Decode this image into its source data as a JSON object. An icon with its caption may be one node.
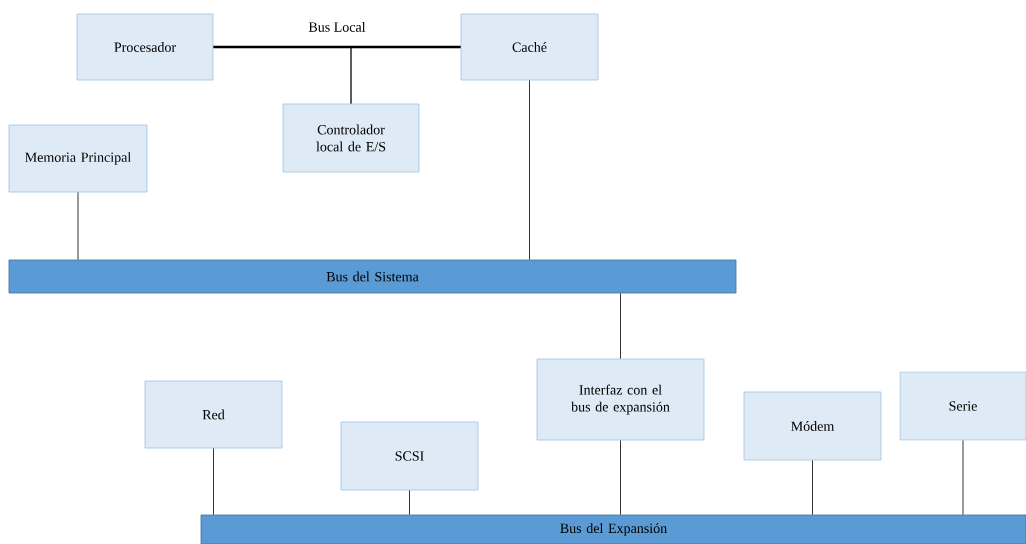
{
  "diagram": {
    "nodes": [
      {
        "text": [
          "Procesador"
        ]
      },
      {
        "text": [
          "Caché"
        ]
      },
      {
        "text": [
          "Controlador local de E/S"
        ]
      },
      {
        "text": [
          "Memoria Principal"
        ]
      },
      {
        "text": [
          "Bus del Sistema"
        ]
      },
      {
        "text": [
          "Interfaz con el bus de expansión"
        ]
      },
      {
        "text": [
          "Red"
        ]
      },
      {
        "text": [
          "SCSI"
        ]
      },
      {
        "text": [
          "Módem"
        ]
      },
      {
        "text": [
          "Serie"
        ]
      },
      {
        "text": [
          "Bus del Expansión"
        ]
      }
    ],
    "edges": [
      {
        "from": 0,
        "to": 1,
        "arrow": "none",
        "label": "Bus Local",
        "style": "thick"
      },
      {
        "from": 2,
        "to": 0,
        "arrow": "none"
      },
      {
        "from": 2,
        "to": 1,
        "arrow": "none"
      },
      {
        "from": 3,
        "to": 4,
        "arrow": "none"
      },
      {
        "from": 1,
        "to": 4,
        "arrow": "none"
      },
      {
        "from": 4,
        "to": 5,
        "arrow": "none"
      },
      {
        "from": 5,
        "to": 10,
        "arrow": "none"
      },
      {
        "from": 6,
        "to": 10,
        "arrow": "none"
      },
      {
        "from": 7,
        "to": 10,
        "arrow": "none"
      },
      {
        "from": 8,
        "to": 10,
        "arrow": "none"
      },
      {
        "from": 9,
        "to": 10,
        "arrow": "none"
      }
    ]
  }
}
